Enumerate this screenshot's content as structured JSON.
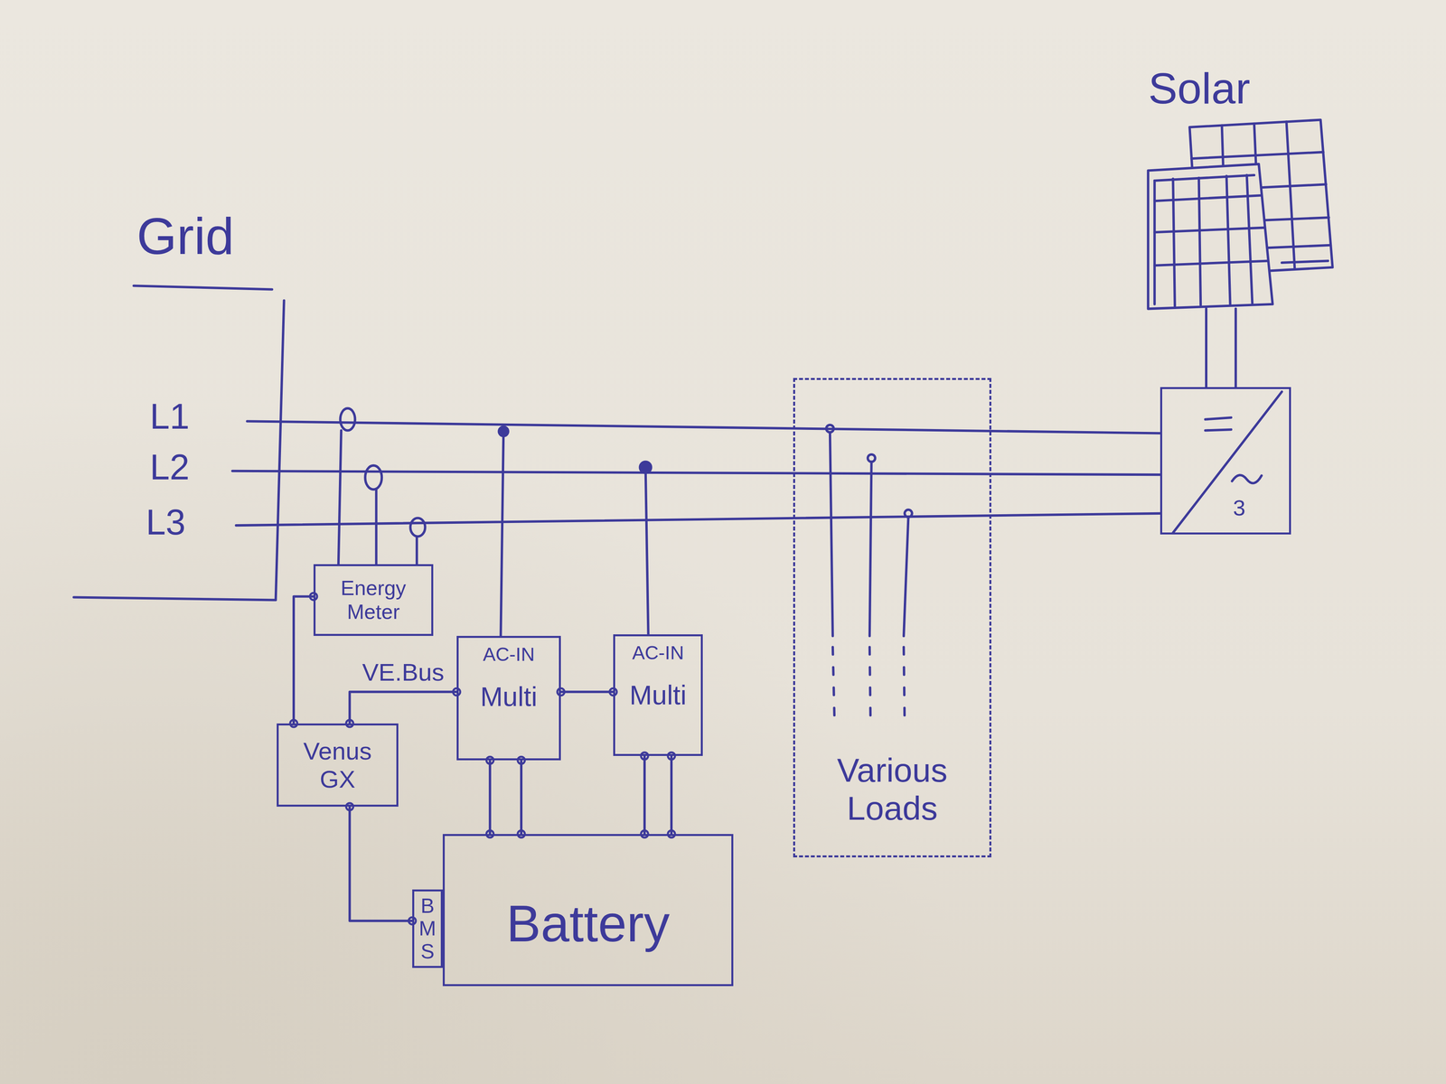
{
  "diagram": {
    "nodes": [
      {
        "text": [
          "Energy Meter"
        ]
      },
      {
        "text": [
          "Venus GX"
        ]
      },
      {
        "text": [
          "AC-IN",
          "Multi"
        ]
      },
      {
        "text": [
          "AC-IN",
          "Multi"
        ]
      },
      {
        "text": [
          "Battery"
        ]
      },
      {
        "text": [
          "BMS"
        ]
      },
      {
        "text": [
          "3"
        ]
      },
      {
        "text": [
          "Various Loads"
        ]
      }
    ],
    "edges": [
      {
        "from": 0,
        "to": 1,
        "arrow": "none"
      },
      {
        "from": 1,
        "to": 2,
        "label": "VE.Bus",
        "arrow": "none"
      },
      {
        "from": 2,
        "to": 3,
        "arrow": "none"
      },
      {
        "from": 2,
        "to": 4,
        "arrow": "none"
      },
      {
        "from": 2,
        "to": 4,
        "arrow": "none"
      },
      {
        "from": 3,
        "to": 4,
        "arrow": "none"
      },
      {
        "from": 3,
        "to": 4,
        "arrow": "none"
      },
      {
        "from": 1,
        "to": 5,
        "arrow": "none"
      }
    ],
    "labels": [
      "Grid",
      "L1",
      "L2",
      "L3",
      "Solar"
    ]
  }
}
